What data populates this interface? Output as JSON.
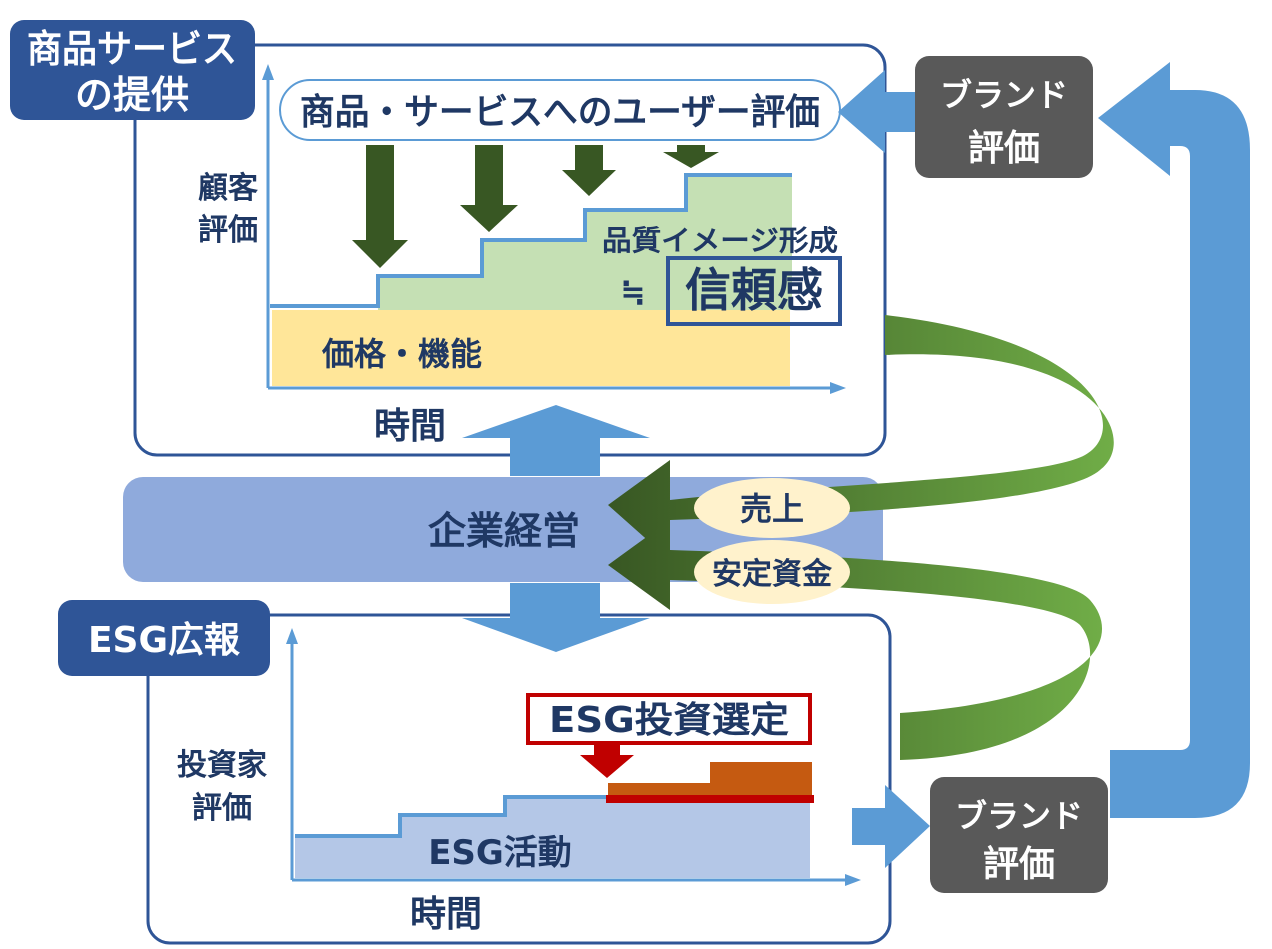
{
  "top_section": {
    "title_line1": "商品サービス",
    "title_line2": "の提供",
    "user_eval": "商品・サービスへのユーザー評価",
    "y_label_line1": "顧客",
    "y_label_line2": "評価",
    "quality": "品質イメージ形成",
    "approx": "≒",
    "trust": "信頼感",
    "price_function": "価格・機能",
    "time": "時間"
  },
  "brand_top": {
    "line1": "ブランド",
    "line2": "評価"
  },
  "management": {
    "label": "企業経営"
  },
  "flows": {
    "sales": "売上",
    "stable_funds": "安定資金"
  },
  "bottom_section": {
    "title": "ESG広報",
    "selection": "ESG投資選定",
    "y_label_line1": "投資家",
    "y_label_line2": "評価",
    "activity": "ESG活動",
    "time": "時間"
  },
  "brand_bottom": {
    "line1": "ブランド",
    "line2": "評価"
  },
  "colors": {
    "navy": "#2F5597",
    "blue": "#5B9BD5",
    "dark_green": "#385723",
    "green": "#548235",
    "light_green": "#C5E0B4",
    "yellow": "#FFE699",
    "gray_box": "#595959",
    "light_blue": "#B4C7E7",
    "mgmt_band": "#8FAADC",
    "oval": "#FFF2CC",
    "red": "#C00000",
    "orange": "#C55A11"
  }
}
